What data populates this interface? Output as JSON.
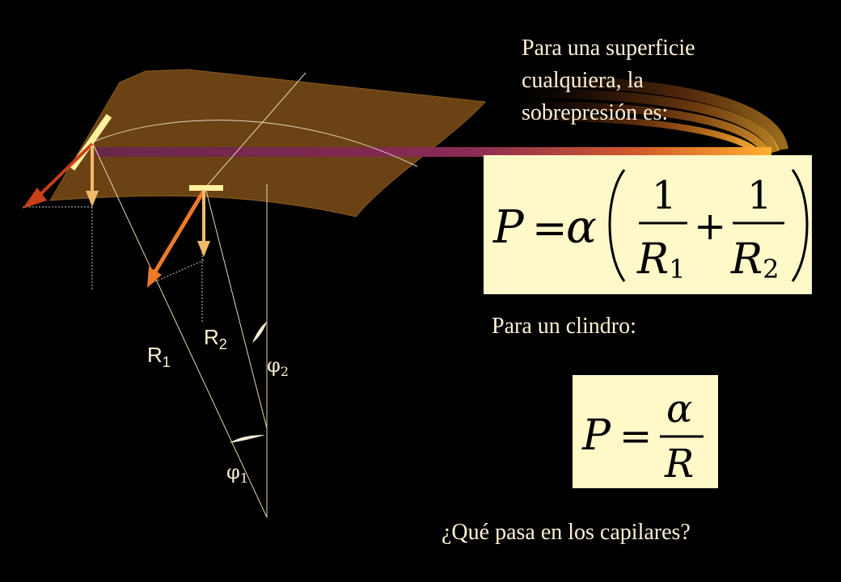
{
  "text": {
    "intro_line1": "Para una superficie",
    "intro_line2": "cualquiera, la",
    "intro_line3": "sobrepresión es:",
    "cylinder": "Para un clindro:",
    "question": "¿Qué pasa en los capilares?"
  },
  "formula_general": {
    "lhs": "P",
    "eq": "=",
    "coef": "α",
    "num1": "1",
    "den1": "R",
    "sub1": "1",
    "plus": "+",
    "num2": "1",
    "den2": "R",
    "sub2": "2"
  },
  "formula_cylinder": {
    "lhs": "P",
    "eq": "=",
    "num": "α",
    "den": "R"
  },
  "diagram": {
    "label_r1": "R",
    "label_r1_sub": "1",
    "label_r2": "R",
    "label_r2_sub": "2",
    "label_phi2": "φ",
    "label_phi2_sub": "2",
    "label_phi1": "φ",
    "label_phi1_sub": "1"
  },
  "colors": {
    "background": "#000000",
    "surface": "#6b4214",
    "text": "#fff1d6",
    "formula_bg": "#fff8c8",
    "arrow_red": "#c8401a",
    "arrow_orange": "#ee7a2a",
    "arrow_tan": "#f0bb6a"
  }
}
